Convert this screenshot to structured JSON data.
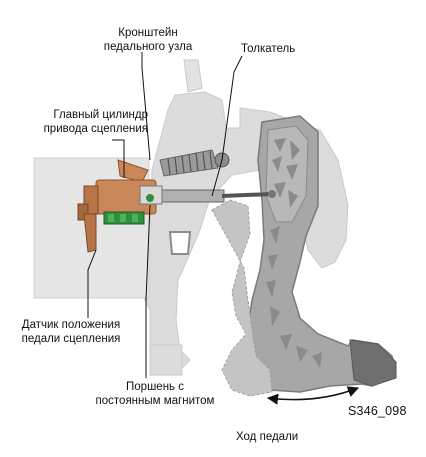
{
  "labels": {
    "bracket_line1": "Кронштейн",
    "bracket_line2": "педального узла",
    "pushrod": "Толкатель",
    "master_line1": "Главный цилиндр",
    "master_line2": "привода сцепления",
    "sensor_line1": "Датчик положения",
    "sensor_line2": "педали сцепления",
    "piston_line1": "Поршень с",
    "piston_line2": "постоянным магнитом",
    "pedal_travel": "Ход педали"
  },
  "figure_code": "S346_098",
  "colors": {
    "background": "#ffffff",
    "housing_gray": "#d8d8d8",
    "pedal_gray": "#a7a7a7",
    "pedal_dark": "#6f6f6f",
    "cylinder_orange": "#c9875a",
    "sensor_green": "#2f8f3a",
    "leader_line": "#111111"
  },
  "icons": {
    "travel_arrow": "double-headed-curved-arrow"
  }
}
